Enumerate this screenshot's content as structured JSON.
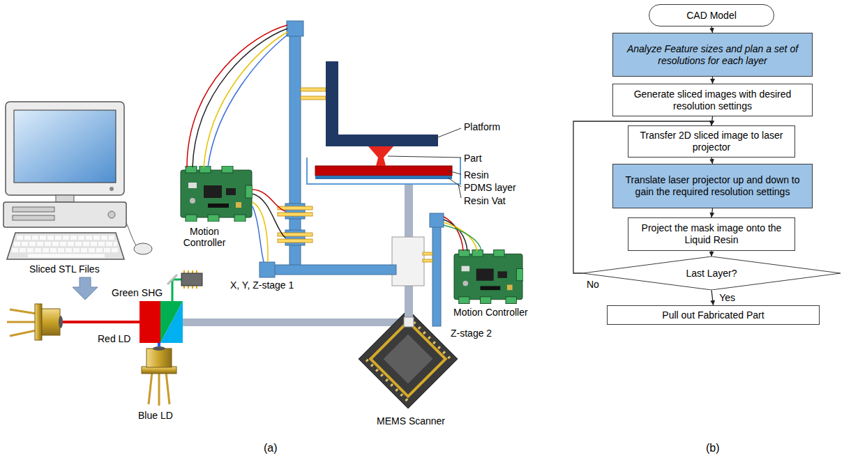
{
  "diagram": {
    "nodes": [
      {
        "text": [
          "CAD Model"
        ]
      },
      {
        "text": [
          "Analyze Feature sizes and plan a set of resolutions for each layer"
        ]
      },
      {
        "text": [
          "Generate sliced images with desired resolution settings"
        ]
      },
      {
        "text": [
          "Transfer 2D sliced image to laser projector"
        ]
      },
      {
        "text": [
          "Translate laser projector up and down to gain the required resolution settings"
        ]
      },
      {
        "text": [
          "Project the mask image onto the Liquid Resin"
        ]
      },
      {
        "text": [
          "Last Layer?"
        ]
      },
      {
        "text": [
          "Pull out Fabricated Part"
        ]
      }
    ],
    "edges": [
      {
        "from": 0,
        "to": 1,
        "arrow": "to"
      },
      {
        "from": 1,
        "to": 2,
        "arrow": "to"
      },
      {
        "from": 2,
        "to": 3,
        "arrow": "to"
      },
      {
        "from": 3,
        "to": 4,
        "arrow": "to"
      },
      {
        "from": 4,
        "to": 5,
        "arrow": "to"
      },
      {
        "from": 5,
        "to": 6,
        "arrow": "to"
      },
      {
        "from": 6,
        "to": 7,
        "label": "Yes",
        "arrow": "to"
      },
      {
        "from": 6,
        "to": 3,
        "label": "No",
        "arrow": "to"
      }
    ],
    "labels": [
      "Platform",
      "Part",
      "Resin",
      "PDMS layer",
      "Resin Vat",
      "Motion Controller",
      "X, Y, Z-stage 1",
      "Motion Controller",
      "Z-stage 2",
      "Sliced STL Files",
      "Green SHG",
      "Red LD",
      "Blue LD",
      "MEMS Scanner",
      "(a)",
      "(b)"
    ]
  }
}
